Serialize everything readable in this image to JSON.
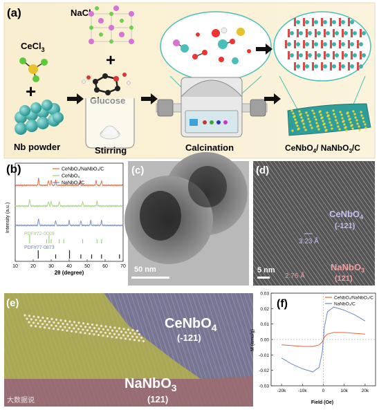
{
  "panel_a": {
    "label": "(a)",
    "cecl3_pre": "CeCl",
    "cecl3_sub": "3",
    "nacl": "NaCl",
    "glucose": "Glucose",
    "nb_powder": "Nb powder",
    "stirring": "Stirring",
    "calcination": "Calcination",
    "product_a": "CeNbO",
    "product_sub": "4",
    "product_b": "/ NaNbO",
    "product_sub2": "3",
    "product_c": "/C",
    "plus1": "+",
    "plus2": "+"
  },
  "panel_b": {
    "label": "(b)",
    "ylabel": "Intensity (a.u.)",
    "xlabel": "2θ (degree)",
    "legend": [
      {
        "name": "CeNbO₄/NaNbO₃/C",
        "color": "#e8623a"
      },
      {
        "name": "CeNbO₄",
        "color": "#9ed07a"
      },
      {
        "name": "NaNbO₃/C",
        "color": "#6f86c6"
      }
    ],
    "pdf1": "PDF#72-0009",
    "pdf2": "PDF#77-0873",
    "xticks": [
      "10",
      "20",
      "30",
      "40",
      "50",
      "60",
      "70"
    ],
    "pdf1_color": "#9ed07a",
    "pdf2_color": "#6f86c6"
  },
  "panel_c": {
    "label": "(c)",
    "scale": "50 nm"
  },
  "panel_d": {
    "label": "(d)",
    "phase1": "CeNbO",
    "phase1_sub": "4",
    "phase1_plane": "(-121)",
    "spacing1": "3.23 Å",
    "spacing2": "2.76 Å",
    "phase2": "NaNbO",
    "phase2_sub": "3",
    "phase2_plane": "(121)",
    "scale": "5 nm"
  },
  "panel_e": {
    "label": "(e)",
    "phase1": "CeNbO",
    "phase1_sub": "4",
    "phase1_plane": "(-121)",
    "phase2": "NaNbO",
    "phase2_sub": "3",
    "phase2_plane": "(121)",
    "watermark": "大数据说"
  },
  "panel_f": {
    "label": "(f)",
    "ylabel": "M (emu/g)",
    "xlabel": "Field (Oe)",
    "legend": [
      {
        "name": "CeNbO₄/NaNbO₃/C",
        "color": "#e8623a"
      },
      {
        "name": "NaNbO₃/C",
        "color": "#6f86c6"
      }
    ],
    "yticks": [
      "0.03",
      "0.02",
      "0.01",
      "0.00",
      "-0.01",
      "-0.02",
      "-0.03"
    ],
    "xticks": [
      "-20k",
      "-10k",
      "0",
      "10k",
      "20k"
    ]
  },
  "chart_data": [
    {
      "type": "line",
      "panel": "b",
      "xlabel": "2θ (degree)",
      "ylabel": "Intensity (a.u.)",
      "xlim": [
        10,
        70
      ],
      "series": [
        {
          "name": "CeNbO₄/NaNbO₃/C",
          "peaks_2theta": [
            23,
            28.5,
            30,
            32.5,
            46,
            55,
            58
          ]
        },
        {
          "name": "CeNbO₄",
          "peaks_2theta": [
            18,
            28.5,
            30,
            34.5,
            47.5,
            55.5
          ]
        },
        {
          "name": "NaNbO₃/C",
          "peaks_2theta": [
            23,
            32.5,
            40,
            46.5,
            52,
            58
          ]
        },
        {
          "name": "PDF#72-0009",
          "sticks_2theta": [
            18,
            27.5,
            28.8,
            30,
            34.5,
            37,
            47.5,
            55.5,
            58
          ]
        },
        {
          "name": "PDF#77-0873",
          "sticks_2theta": [
            22.8,
            32.5,
            40.2,
            46.5,
            52.5,
            58,
            68
          ]
        }
      ]
    },
    {
      "type": "line",
      "panel": "f",
      "xlabel": "Field (Oe)",
      "ylabel": "M (emu/g)",
      "xlim": [
        -25000,
        25000
      ],
      "ylim": [
        -0.03,
        0.03
      ],
      "series": [
        {
          "name": "CeNbO₄/NaNbO₃/C",
          "x": [
            -20000,
            -15000,
            -10000,
            -5000,
            -2000,
            -500,
            0,
            500,
            2000,
            5000,
            10000,
            15000,
            20000
          ],
          "y": [
            -0.0035,
            -0.004,
            -0.0045,
            -0.0045,
            -0.0035,
            -0.0015,
            0,
            0.0015,
            0.0035,
            0.0045,
            0.0045,
            0.004,
            0.0035
          ]
        },
        {
          "name": "NaNbO₃/C",
          "x": [
            -20000,
            -15000,
            -10000,
            -5000,
            -2000,
            -500,
            0,
            500,
            2000,
            5000,
            10000,
            15000,
            20000
          ],
          "y": [
            -0.012,
            -0.016,
            -0.019,
            -0.021,
            -0.018,
            -0.008,
            0,
            0.008,
            0.018,
            0.021,
            0.019,
            0.016,
            0.012
          ]
        }
      ]
    }
  ]
}
